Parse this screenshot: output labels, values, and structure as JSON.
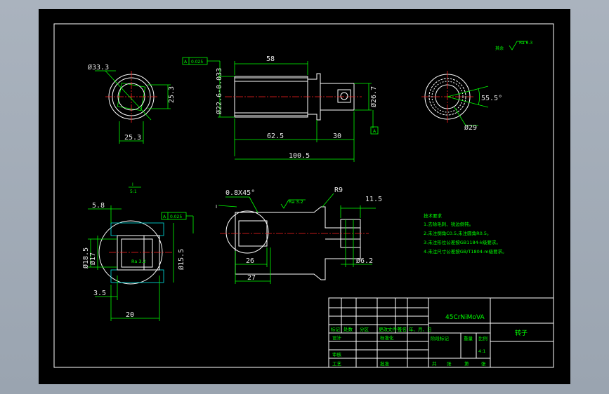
{
  "drawing": {
    "roughness": "Ra 6.3",
    "roughness_other": "其余",
    "dims_top": [
      "Ø33.3",
      "25.3",
      "25.3",
      "58",
      "Ø22.6-0.033",
      "Ø26.7",
      "62.5",
      "30",
      "100.5",
      "55.5°",
      "Ø29"
    ],
    "tolerance_1": [
      "A",
      "0.025"
    ],
    "datum": "A",
    "section_label": "I",
    "section_scale": "5:1",
    "dims_bottom": [
      "5.8",
      "Ø18.5",
      "Ø17",
      "Ø15.5",
      "3.5",
      "20",
      "0.8X45°",
      "Ra 3.2",
      "R9",
      "11.5",
      "26",
      "27",
      "Ø6.2",
      "Ra 3.2"
    ],
    "tolerance_2": [
      "A",
      "0.025"
    ],
    "marker_I": "I"
  },
  "tech": {
    "title": "技术要求",
    "items": [
      "1.去除毛刺、锐边倒钝。",
      "2.未注倒角C0.5,未注圆角R0.5。",
      "3.未注形位公差按GB1184-k级要求。",
      "4.未注尺寸公差按GB/T1804-m级要求。"
    ]
  },
  "title_block": {
    "material": "45CrNiMoVA",
    "part_name": "转子",
    "row_headers": [
      "标记",
      "处数",
      "分区",
      "更改文件号",
      "签名",
      "年、月、日"
    ],
    "labels": [
      "设计",
      "标准化",
      "阶段标记",
      "重量",
      "比例",
      "审核",
      "工艺",
      "批准",
      "共",
      "张",
      "第",
      "张"
    ],
    "scale": "4:1"
  }
}
